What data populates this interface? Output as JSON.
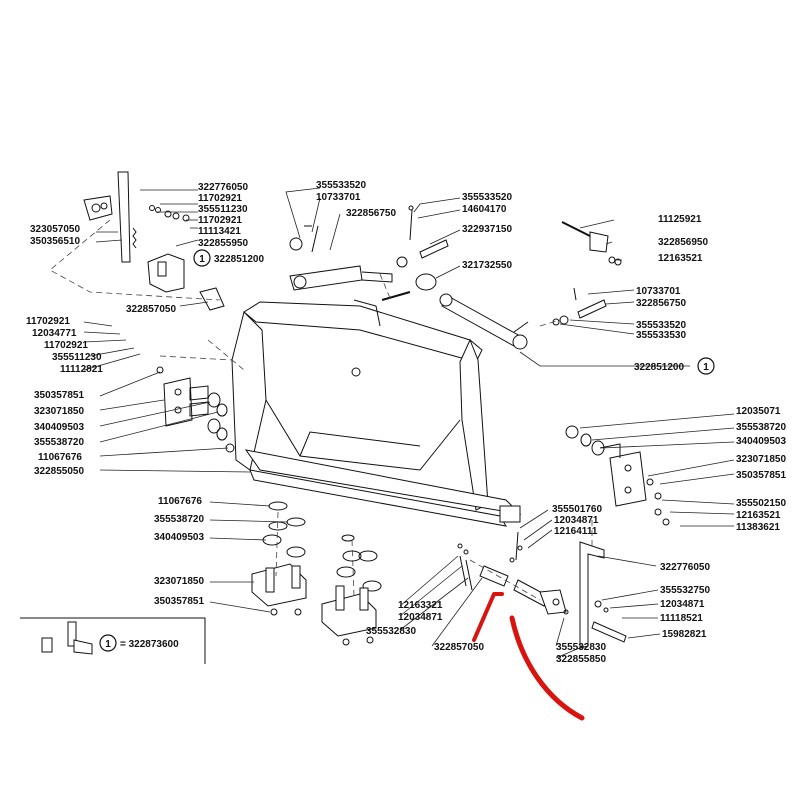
{
  "labels": {
    "p322776050a": "322776050",
    "p11702921a": "11702921",
    "p355511230a": "355511230",
    "p11702921b": "11702921",
    "p11113421": "11113421",
    "p322855950": "322855950",
    "p323057050": "323057050",
    "p350356510": "350356510",
    "p322851200a": "322851200",
    "p355533520a": "355533520",
    "p10733701a": "10733701",
    "p322856750a": "322856750",
    "p355533520b": "355533520",
    "p14604170": "14604170",
    "p322937150": "322937150",
    "p321732550": "321732550",
    "p11125921": "11125921",
    "p322856950": "322856950",
    "p12163521a": "12163521",
    "p322857050": "322857050",
    "p11702921c": "11702921",
    "p12034771": "12034771",
    "p11702921d": "11702921",
    "p355511230b": "355511230",
    "p11112821": "11112821",
    "p10733701b": "10733701",
    "p322856750b": "322856750",
    "p355533520c": "355533520",
    "p355533530": "355533530",
    "p322851200b": "322851200",
    "p350357851a": "350357851",
    "p323071850a": "323071850",
    "p340409503a": "340409503",
    "p355538720a": "355538720",
    "p11067676a": "11067676",
    "p322855050": "322855050",
    "p12035071": "12035071",
    "p355538720b": "355538720",
    "p340409503b": "340409503",
    "p323071850b": "323071850",
    "p350357851b": "350357851",
    "p355502150": "355502150",
    "p12163521b": "12163521",
    "p11383621": "11383621",
    "p11067676b": "11067676",
    "p355538720c": "355538720",
    "p340409503c": "340409503",
    "p323071850c": "323071850",
    "p350357851c": "350357851",
    "p355501760": "355501760",
    "p12034871a": "12034871",
    "p12164111": "12164111",
    "p322776050b": "322776050",
    "p355532750": "355532750",
    "p12034871b": "12034871",
    "p11118521": "11118521",
    "p15982821": "15982821",
    "p12163321": "12163321",
    "p12034871c": "12034871",
    "p355532830a": "355532830",
    "p322857050b": "322857050",
    "p355532830b": "355532830",
    "p322855850": "322855850"
  },
  "callout": {
    "marker": "1",
    "legend_equals": "= 322873600"
  },
  "annotation": {
    "arrow_color": "#d9140f"
  }
}
